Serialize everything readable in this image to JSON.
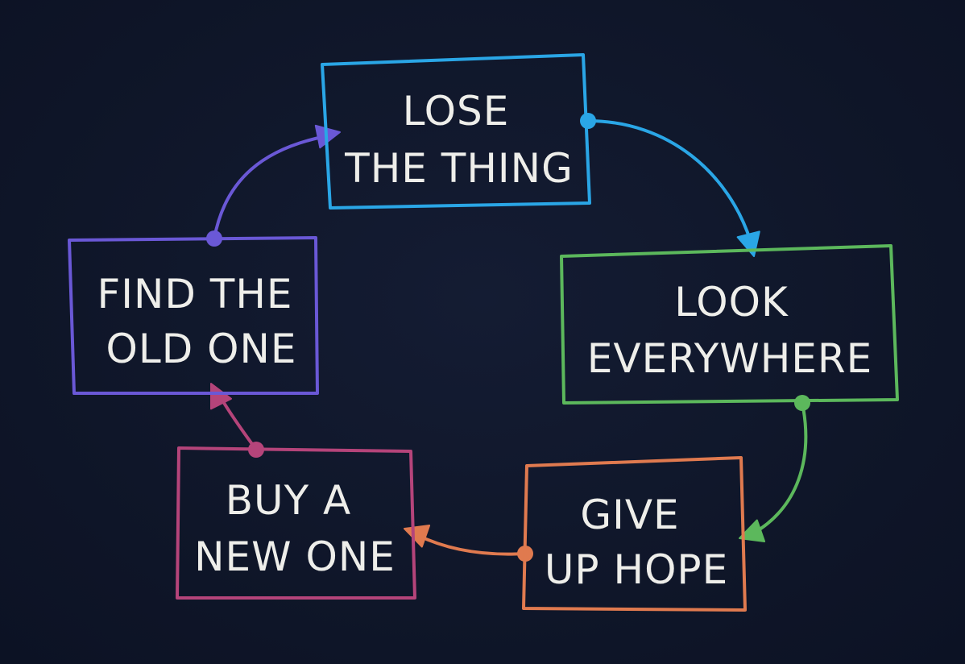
{
  "diagram": {
    "nodes": [
      {
        "id": "lose",
        "lines": [
          "LOSE",
          "THE THING"
        ],
        "color": "#2aa6e6"
      },
      {
        "id": "look",
        "lines": [
          "LOOK",
          "EVERYWHERE"
        ],
        "color": "#5cb85c"
      },
      {
        "id": "give",
        "lines": [
          "GIVE",
          "UP HOPE"
        ],
        "color": "#e07a4f"
      },
      {
        "id": "buy",
        "lines": [
          "BUY A",
          "NEW ONE"
        ],
        "color": "#b5447a"
      },
      {
        "id": "find",
        "lines": [
          "FIND THE",
          "OLD ONE"
        ],
        "color": "#6a58d6"
      }
    ],
    "edges": [
      {
        "from": "lose",
        "to": "look",
        "color": "#2aa6e6"
      },
      {
        "from": "look",
        "to": "give",
        "color": "#5cb85c"
      },
      {
        "from": "give",
        "to": "buy",
        "color": "#e07a4f"
      },
      {
        "from": "buy",
        "to": "find",
        "color": "#b5447a"
      },
      {
        "from": "find",
        "to": "lose",
        "color": "#6a58d6"
      }
    ]
  }
}
